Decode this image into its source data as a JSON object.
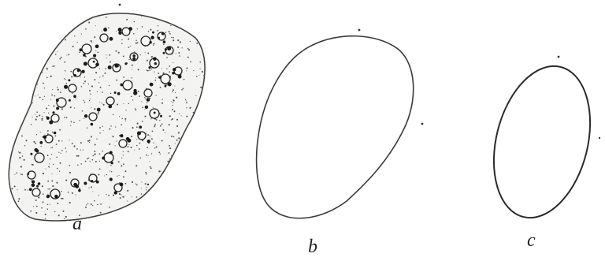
{
  "figure": {
    "panels": [
      {
        "label": "a"
      },
      {
        "label": "b"
      },
      {
        "label": "c"
      }
    ],
    "colors": {
      "outline": "#3a3a3a",
      "dots": "#222222",
      "ink": "#222222"
    }
  }
}
